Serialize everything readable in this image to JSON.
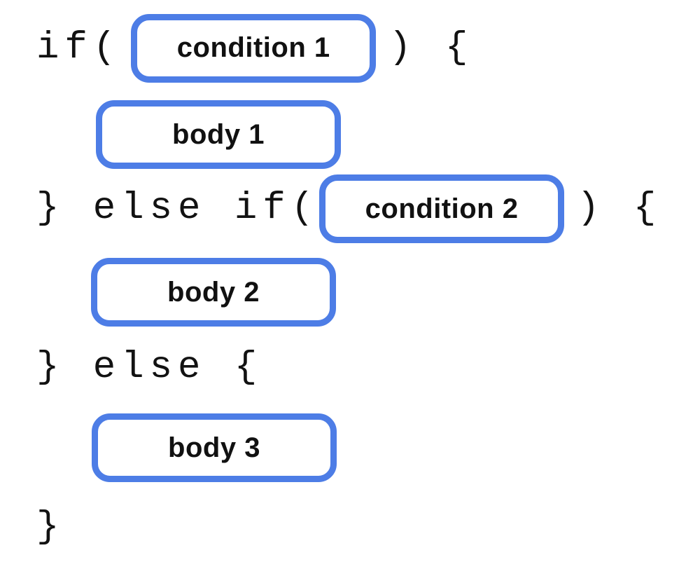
{
  "diagram": {
    "description": "if / else-if / else statement structure with placeholder slots",
    "colors": {
      "slot_border": "#4d7de6",
      "code_text": "#121212",
      "label_text": "#111111",
      "background": "#ffffff"
    },
    "code": {
      "if_open": "if(",
      "close_paren_open_brace": ") {",
      "else_if_open": "} else if(",
      "else_open": "} else {",
      "closing_brace": "}"
    },
    "slots": {
      "condition1": "condition 1",
      "body1": "body 1",
      "condition2": "condition 2",
      "body2": "body 2",
      "body3": "body 3"
    }
  }
}
